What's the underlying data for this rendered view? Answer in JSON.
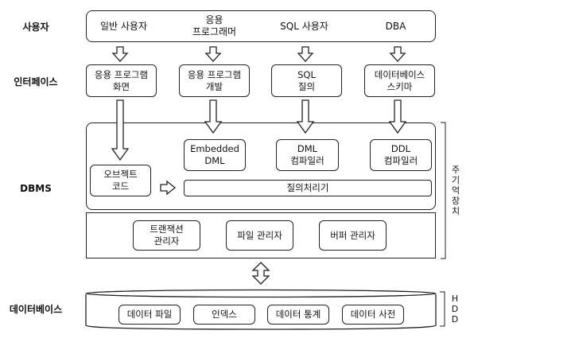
{
  "labels": {
    "users": "사용자",
    "interface": "인터페이스",
    "dbms": "DBMS",
    "database": "데이터베이스"
  },
  "user_types": [
    "일반 사용자",
    "응용\n프로그래머",
    "SQL 사용자",
    "DBA"
  ],
  "interface_boxes": [
    "응용 프로그램\n화면",
    "응용 프로그램\n개발",
    "SQL\n질의",
    "데이터베이스\n스키마"
  ],
  "dbms_upper": {
    "object_code": "오브젝트\n코드",
    "embedded_dml": "Embedded\nDML",
    "dml_compiler": "DML\n컴파일러",
    "ddl_compiler": "DDL\n컴파일러",
    "query_processor": "질의처리기"
  },
  "dbms_lower": {
    "transaction_manager": "트랜잭션\n관리자",
    "file_manager": "파일 관리자",
    "buffer_manager": "버퍼 관리자"
  },
  "database_items": [
    "데이터 파일",
    "인덱스",
    "데이터 통계",
    "데이터 사전"
  ],
  "side_labels": {
    "main_memory": [
      "주",
      "기",
      "억",
      "장",
      "치"
    ],
    "hdd": [
      "H",
      "D",
      "D"
    ]
  }
}
